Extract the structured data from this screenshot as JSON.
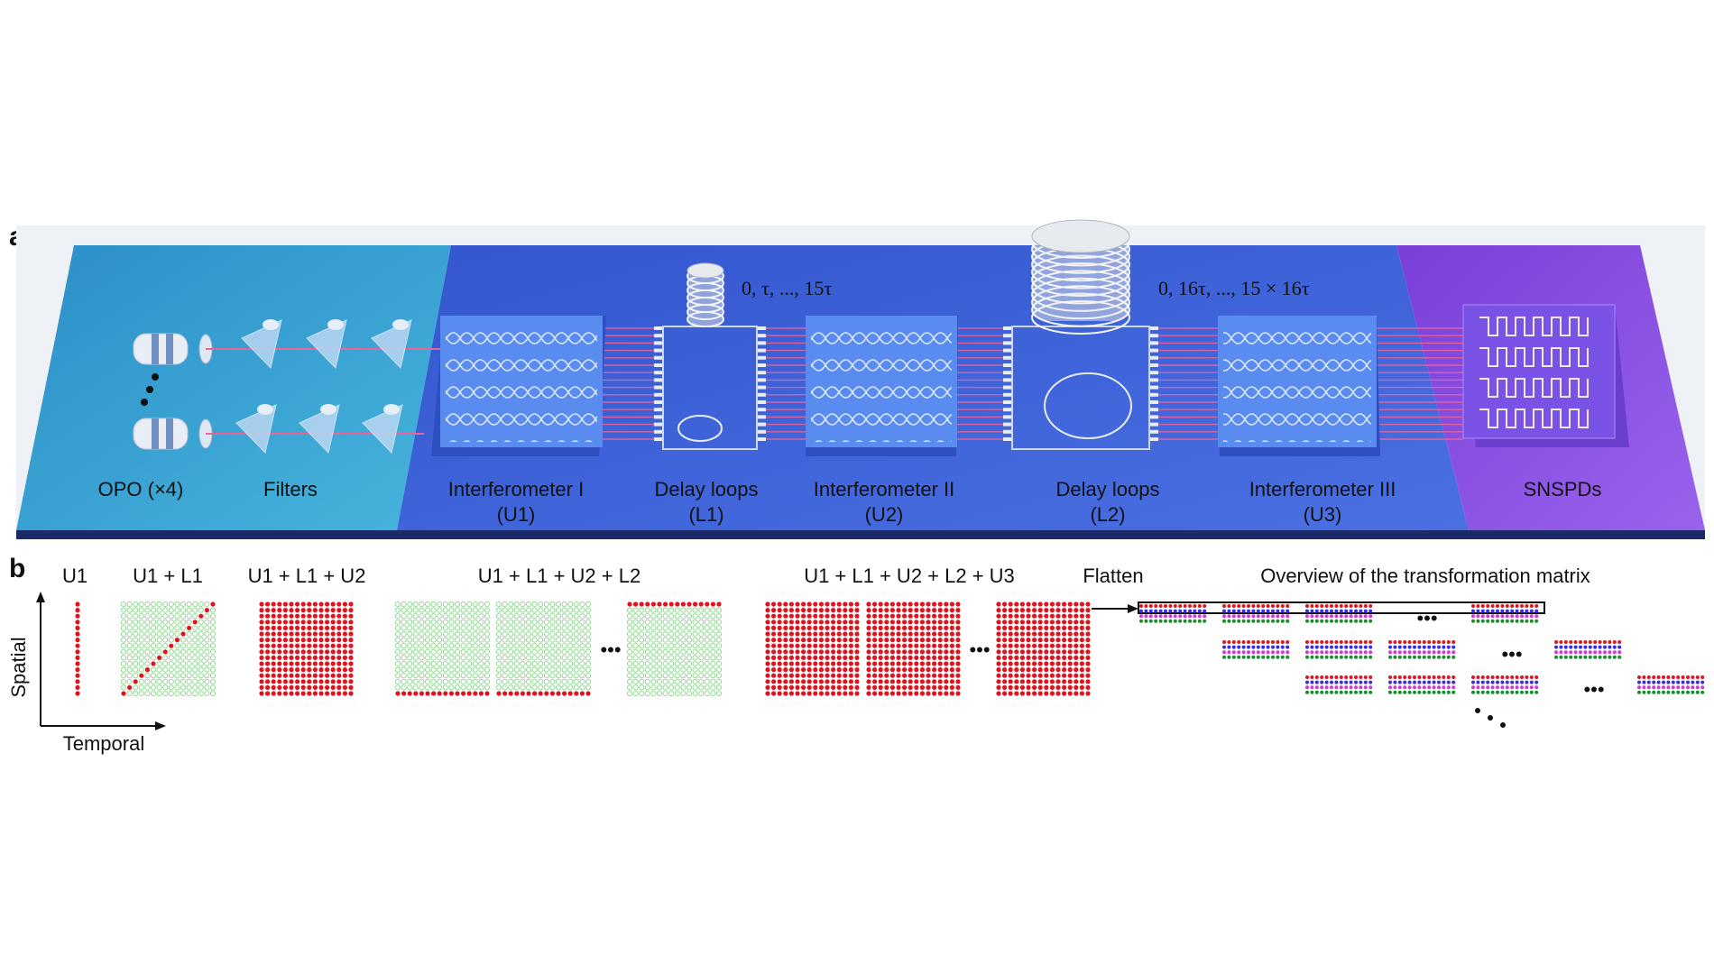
{
  "panel_a": {
    "letter": "a",
    "stages": [
      {
        "name": "OPO (×4)",
        "sub": ""
      },
      {
        "name": "Filters",
        "sub": ""
      },
      {
        "name": "Interferometer I",
        "sub": "(U1)"
      },
      {
        "name": "Delay loops",
        "sub": "(L1)"
      },
      {
        "name": "Interferometer II",
        "sub": "(U2)"
      },
      {
        "name": "Delay loops",
        "sub": "(L2)"
      },
      {
        "name": "Interferometer III",
        "sub": "(U3)"
      },
      {
        "name": "SNSPDs",
        "sub": ""
      }
    ],
    "delay1": "0, τ, ..., 15τ",
    "delay2": "0, 16τ, ..., 15 × 16τ",
    "colors": {
      "opo_region": "#35a5d0",
      "main_region": "#3b62d9",
      "detector_region": "#8a4fe0",
      "chip": "#5a8cf0",
      "beam": "#e8649a"
    }
  },
  "panel_b": {
    "letter": "b",
    "titles": [
      "U1",
      "U1 + L1",
      "U1 + L1 + U2",
      "U1 + L1 + U2 + L2",
      "U1 + L1 + U2 + L2 + U3",
      "Flatten",
      "Overview of the transformation matrix"
    ],
    "axis_y": "Spatial",
    "axis_x": "Temporal",
    "ellipsis": "•••",
    "colors": {
      "filled": "#e0141e",
      "empty": "#8ad68a",
      "row_colors": [
        "#e0141e",
        "#3a2de0",
        "#d23ad6",
        "#16912a"
      ]
    }
  }
}
